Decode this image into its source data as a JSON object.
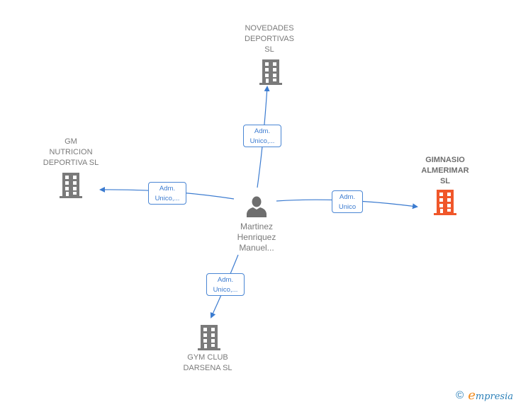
{
  "colors": {
    "edge": "#3b7bd0",
    "company_icon": "#7a7a7a",
    "main_company_icon": "#f0572a",
    "person_icon": "#6e6e6e",
    "label": "#7a7a7a"
  },
  "center": {
    "name": "Martinez\nHenriquez\nManuel...",
    "icon": "person-icon"
  },
  "nodes": [
    {
      "id": "novedades",
      "name": "NOVEDADES\nDEPORTIVAS\nSL",
      "icon": "building-icon",
      "main": false
    },
    {
      "id": "gm",
      "name": "GM\nNUTRICION\nDEPORTIVA  SL",
      "icon": "building-icon",
      "main": false
    },
    {
      "id": "gimnasio",
      "name": "GIMNASIO\nALMERIMAR\nSL",
      "icon": "building-icon",
      "main": true
    },
    {
      "id": "gymclub",
      "name": "GYM CLUB\nDARSENA  SL",
      "icon": "building-icon",
      "main": false
    }
  ],
  "edges": [
    {
      "to": "novedades",
      "label": "Adm.\nUnico,..."
    },
    {
      "to": "gm",
      "label": "Adm.\nUnico,..."
    },
    {
      "to": "gimnasio",
      "label": "Adm.\nUnico"
    },
    {
      "to": "gymclub",
      "label": "Adm.\nUnico,..."
    }
  ],
  "footer": {
    "copyright_symbol": "©",
    "brand_initial": "e",
    "brand_rest": "mpresia"
  }
}
